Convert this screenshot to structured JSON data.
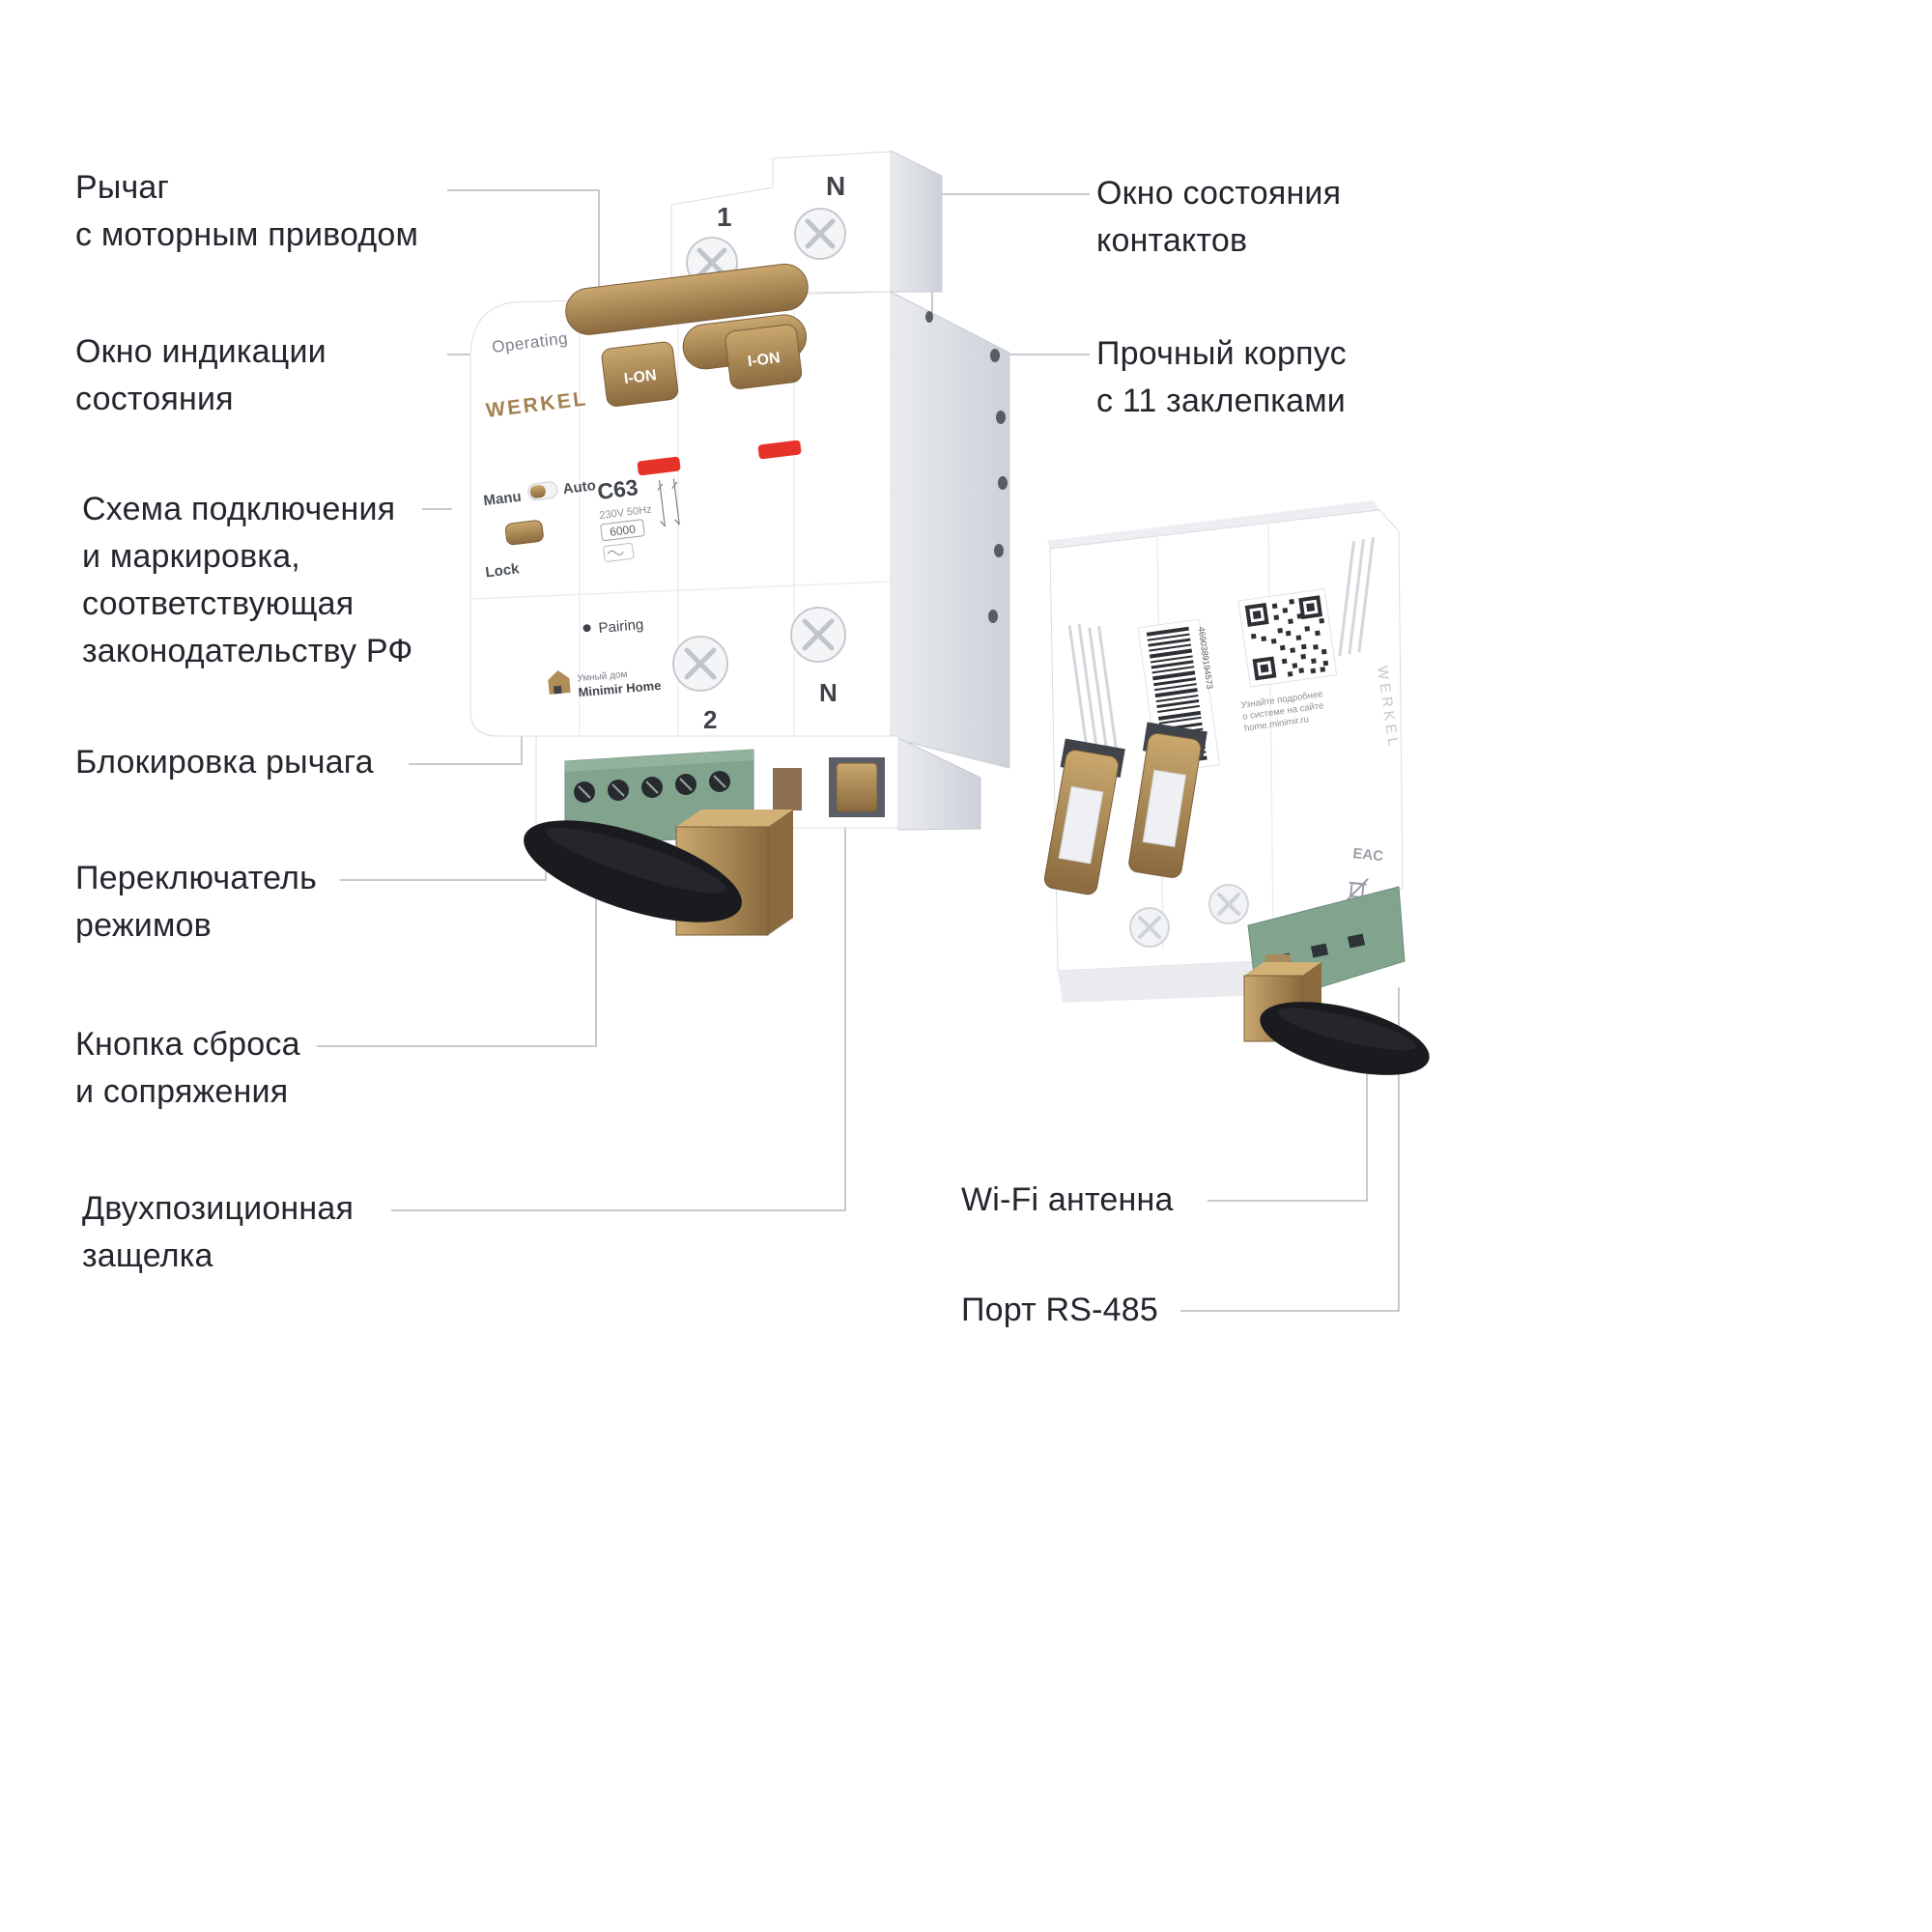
{
  "annotations": {
    "left": [
      {
        "lines": [
          "Рычаг",
          "с моторным приводом"
        ]
      },
      {
        "lines": [
          "Окно индикации",
          "состояния"
        ]
      },
      {
        "lines": [
          "Схема подключения",
          "и маркировка,",
          "соответствующая",
          "законодательству РФ"
        ]
      },
      {
        "lines": [
          "Блокировка рычага"
        ]
      },
      {
        "lines": [
          "Переключатель",
          "режимов"
        ]
      },
      {
        "lines": [
          "Кнопка сброса",
          "и сопряжения"
        ]
      },
      {
        "lines": [
          "Двухпозиционная",
          "защелка"
        ]
      }
    ],
    "right": [
      {
        "lines": [
          "Окно состояния",
          "контактов"
        ]
      },
      {
        "lines": [
          "Прочный корпус",
          "с 11 заклепками"
        ]
      },
      {
        "lines": [
          "Wi-Fi антенна"
        ]
      },
      {
        "lines": [
          "Порт RS-485"
        ]
      }
    ]
  },
  "device_front": {
    "pole1_top": "1",
    "poleN_top": "N",
    "operating_label": "Operating",
    "brand": "WERKEL",
    "lever1_label": "I-ON",
    "lever2_label": "I-ON",
    "mode_manu": "Manu",
    "mode_auto": "Auto",
    "lock_label": "Lock",
    "rating": "C63",
    "voltage": "230V 50Hz",
    "breaking_capacity": "6000",
    "pairing_label": "Pairing",
    "smart_home_small": "Умный дом",
    "smart_home_brand": "Minimir Home",
    "pole2_bottom": "2",
    "poleN_bottom": "N"
  },
  "device_back": {
    "barcode_digits": "4690389194573",
    "info_line1": "Узнайте подробнее",
    "info_line2": "о системе на сайте",
    "info_line3": "home.minimir.ru",
    "brand_vertical": "WERKEL",
    "cert_mark": "EAC"
  },
  "colors": {
    "accent_gold": "#b08c57",
    "indicator_red": "#e63229",
    "port_green": "#82a48e",
    "label_text": "#23262d",
    "callout_line": "#b3b8bf"
  }
}
